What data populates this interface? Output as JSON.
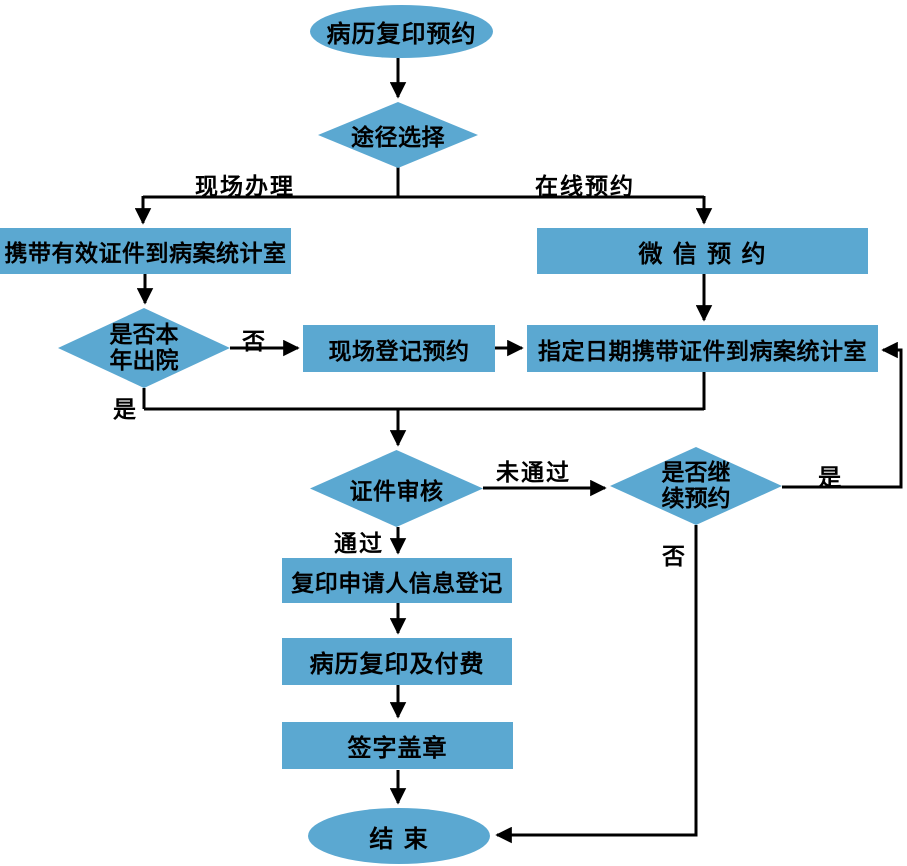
{
  "nodes": {
    "start": {
      "label": "病历复印预约"
    },
    "path_select": {
      "label": "途径选择"
    },
    "onsite_box": {
      "label": "携带有效证件到病案统计室"
    },
    "wechat_box": {
      "label": "微 信 预 约"
    },
    "discharge_diamond": {
      "line1": "是否本",
      "line2": "年出院"
    },
    "onsite_register_box": {
      "label": "现场登记预约"
    },
    "specified_date_box": {
      "label": "指定日期携带证件到病案统计室"
    },
    "id_review_diamond": {
      "label": "证件审核"
    },
    "continue_diamond": {
      "line1": "是否继",
      "line2": "续预约"
    },
    "applicant_info_box": {
      "label": "复印申请人信息登记"
    },
    "copy_pay_box": {
      "label": "病历复印及付费"
    },
    "sign_stamp_box": {
      "label": "签字盖章"
    },
    "end": {
      "label": "结 束"
    }
  },
  "edge_labels": {
    "onsite": "现场办理",
    "online": "在线预约",
    "discharge_no": "否",
    "discharge_yes": "是",
    "review_fail": "未通过",
    "review_pass": "通过",
    "continue_yes": "是",
    "continue_no": "否"
  },
  "colors": {
    "node_fill": "#5BA8D1",
    "line": "#000000",
    "text": "#000000",
    "background": "#FFFFFF"
  }
}
